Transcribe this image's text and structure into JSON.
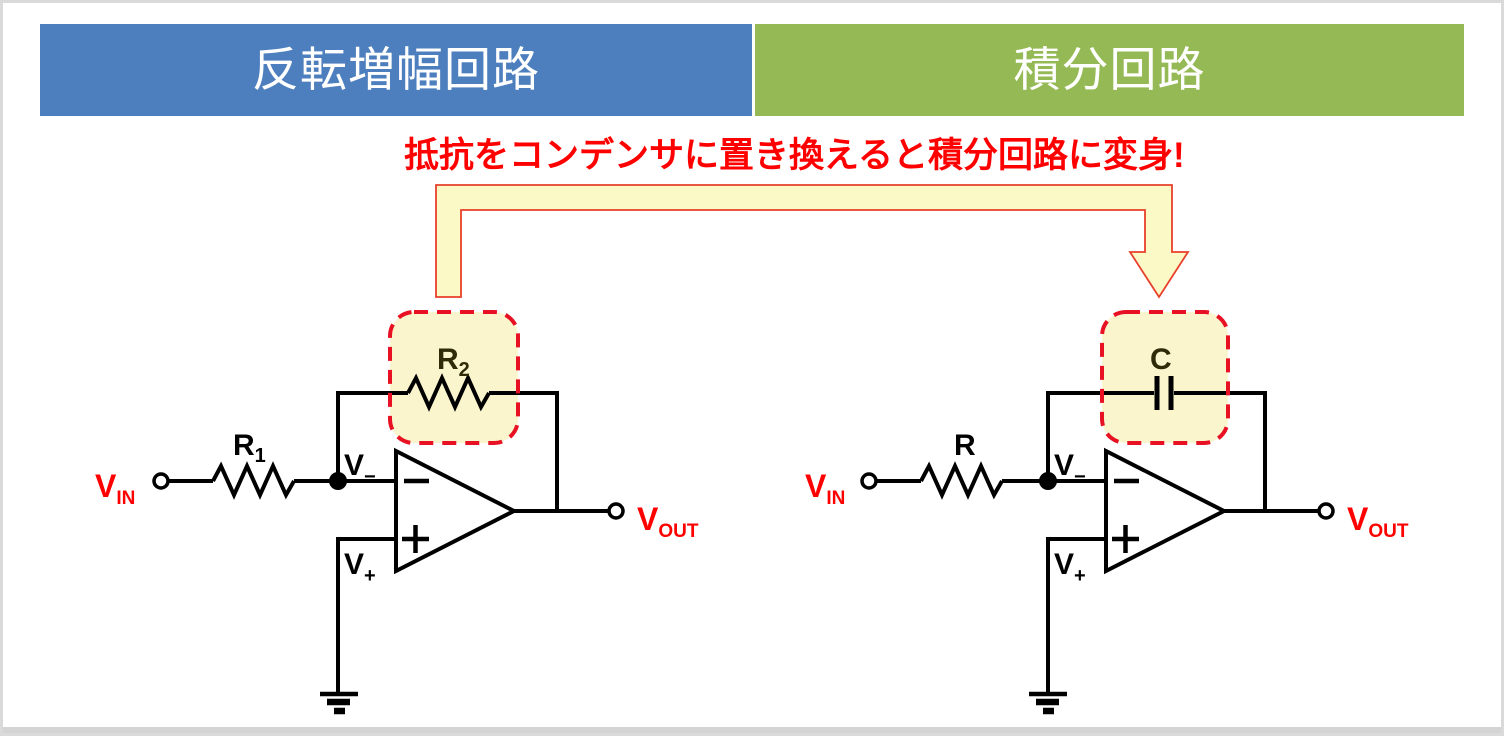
{
  "headers": {
    "left": {
      "label": "反転増幅回路",
      "bg_color": "#4d7ebd"
    },
    "right": {
      "label": "積分回路",
      "bg_color": "#95ba55"
    }
  },
  "annotation": {
    "label": "抵抗をコンデンサに置き換えると積分回路に変身!",
    "color": "#ff0000"
  },
  "transform_arrow": {
    "description": "bent-arrow-from-R2-to-C",
    "fill": "#fbf9c6",
    "stroke": "#e8402a"
  },
  "highlight_box": {
    "fill": "#faf5cd",
    "border": "#e81123",
    "style": "red-dashed-rounded"
  },
  "circuits": {
    "left": {
      "name": "inverting-amplifier",
      "vin": {
        "main": "V",
        "sub": "IN"
      },
      "r_in": {
        "main": "R",
        "sub": "1"
      },
      "feedback": {
        "main": "R",
        "sub": "2"
      },
      "v_minus": {
        "main": "V",
        "sub": "−"
      },
      "v_plus": {
        "main": "V",
        "sub": "+"
      },
      "vout": {
        "main": "V",
        "sub": "OUT"
      }
    },
    "right": {
      "name": "integrator",
      "vin": {
        "main": "V",
        "sub": "IN"
      },
      "r_in": {
        "main": "R",
        "sub": ""
      },
      "feedback": {
        "main": "C",
        "sub": ""
      },
      "v_minus": {
        "main": "V",
        "sub": "−"
      },
      "v_plus": {
        "main": "V",
        "sub": "+"
      },
      "vout": {
        "main": "V",
        "sub": "OUT"
      }
    }
  },
  "colors": {
    "wire": "#000000",
    "label_red": "#ff0000",
    "frame_gray": "#d4d4d4"
  }
}
